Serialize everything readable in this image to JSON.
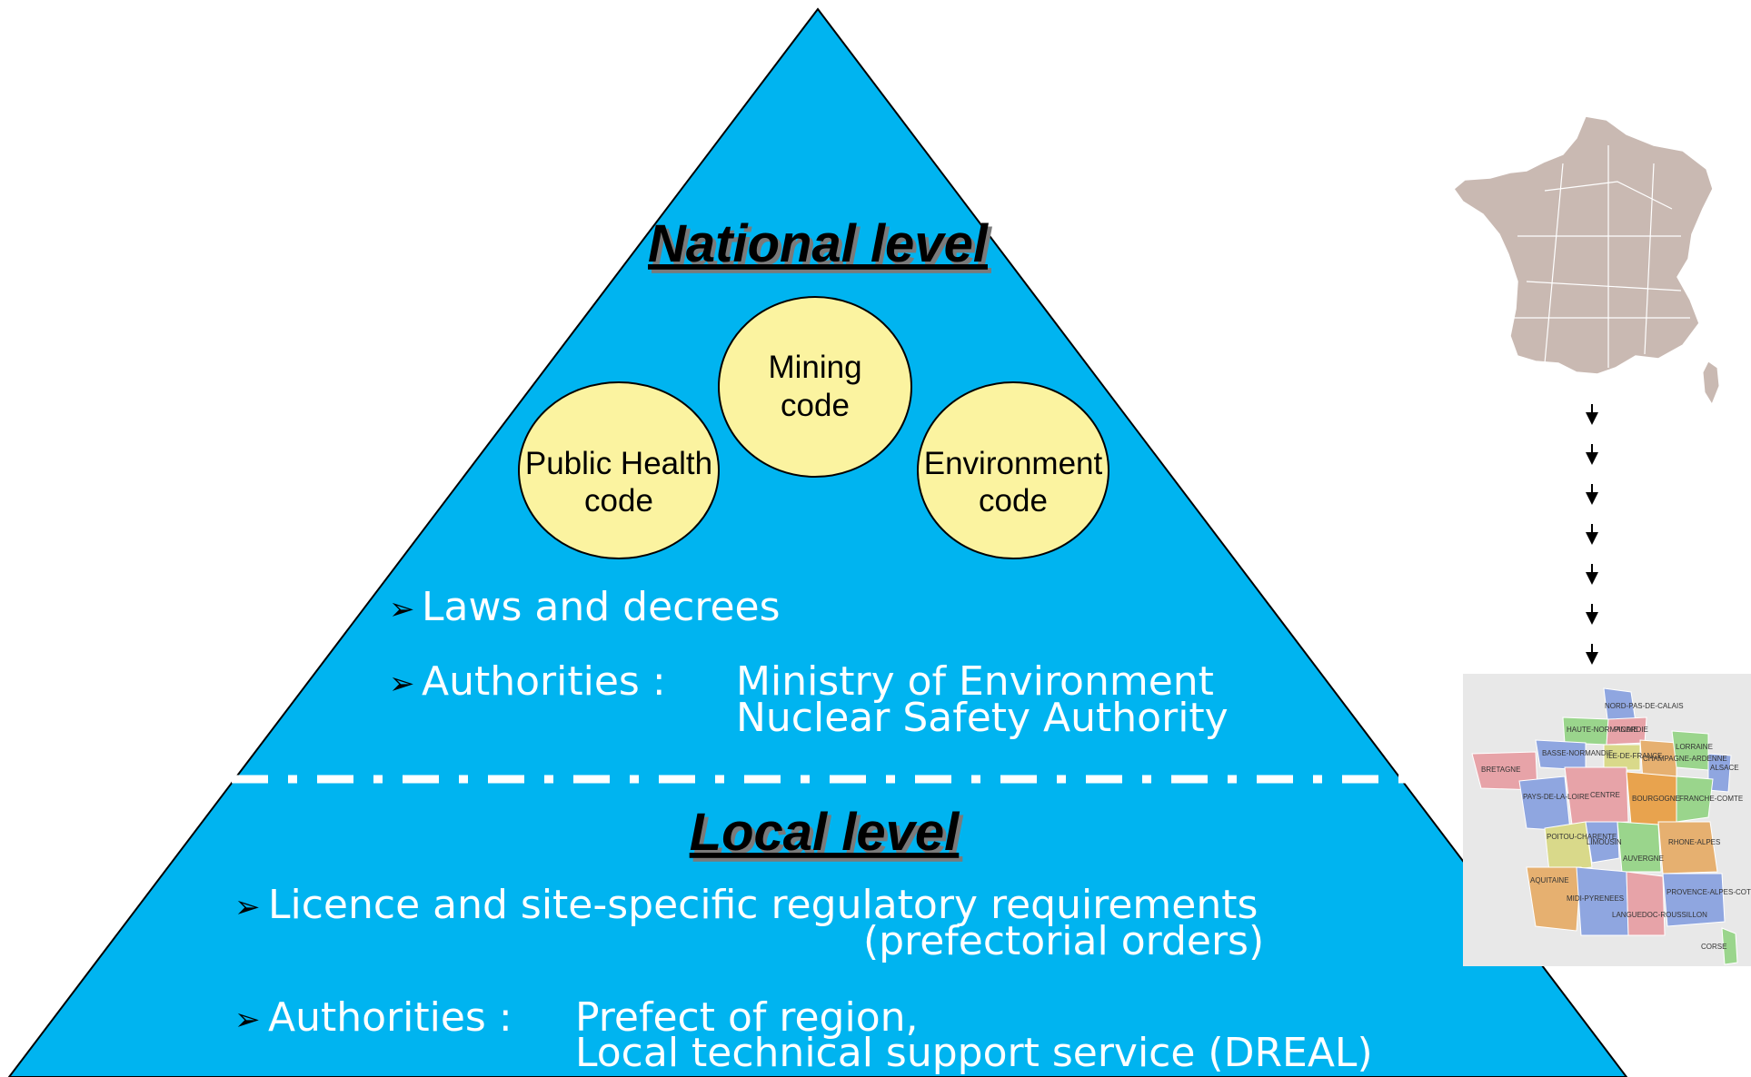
{
  "colors": {
    "pyramid": "#00b4f0",
    "pyramid_edge": "#000000",
    "circle_fill": "#fbf3a0",
    "divider": "#ffffff",
    "text_white": "#ffffff",
    "map_departments": "#c9b9b2",
    "arrow": "#000000"
  },
  "national": {
    "title": "National level",
    "codes": [
      {
        "line1": "Mining",
        "line2": "code"
      },
      {
        "line1": "Public Health",
        "line2": "code"
      },
      {
        "line1": "Environment",
        "line2": "code"
      }
    ],
    "bullets": {
      "laws": "Laws and decrees",
      "authorities_label": "Authorities :",
      "authority_1": "Ministry of Environment",
      "authority_2": "Nuclear Safety Authority"
    }
  },
  "local": {
    "title": "Local level",
    "bullets": {
      "licence_line1": "Licence and site-specific regulatory requirements",
      "licence_line2": "(prefectorial orders)",
      "authorities_label": "Authorities :",
      "authority_1": "Prefect of region,",
      "authority_2": "Local technical support service (DREAL)"
    }
  },
  "bullet_symbol": "➢",
  "regions_map": {
    "regions": [
      "NORD-PAS-DE-CALAIS",
      "HAUTE-NORMANDIE",
      "PICARDIE",
      "BASSE-NORMANDIE",
      "ILE-DE-FRANCE",
      "CHAMPAGNE-ARDENNE",
      "LORRAINE",
      "ALSACE",
      "BRETAGNE",
      "PAYS-DE-LA-LOIRE",
      "CENTRE",
      "BOURGOGNE",
      "FRANCHE-COMTE",
      "POITOU-CHARENTE",
      "LIMOUSIN",
      "RHONE-ALPES",
      "AUVERGNE",
      "AQUITAINE",
      "MIDI-PYRENEES",
      "LANGUEDOC-ROUSSILLON",
      "PROVENCE-ALPES-COTE D'AZUR",
      "CORSE"
    ]
  }
}
